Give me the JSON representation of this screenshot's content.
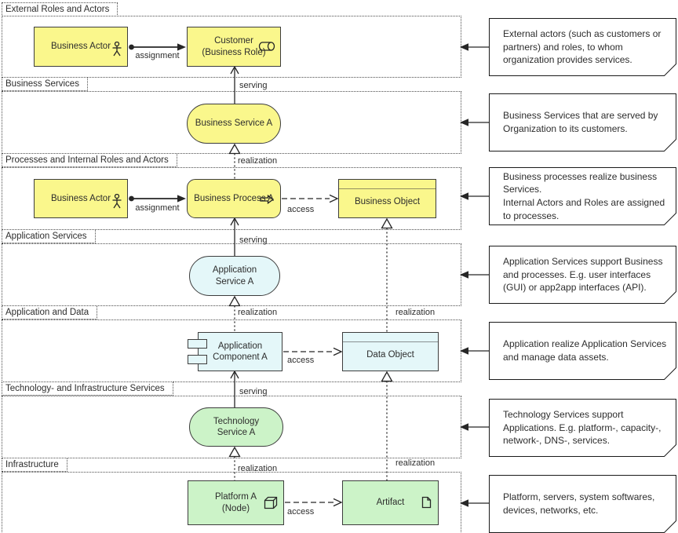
{
  "colors": {
    "business_fill": "#FAF78C",
    "application_fill": "#E4F7F9",
    "technology_fill": "#CCF3C8",
    "shape_stroke": "#3d3d3d",
    "edge_color": "#262626",
    "lane_border": "#4d4d4d",
    "note_bg": "#FFFFFF",
    "note_border": "#1a1a1a",
    "text_color": "#2d2d2d"
  },
  "lanes": [
    {
      "label": "External Roles and Actors"
    },
    {
      "label": "Business Services"
    },
    {
      "label": "Processes and Internal Roles and Actors"
    },
    {
      "label": "Application Services"
    },
    {
      "label": "Application and Data"
    },
    {
      "label": "Technology- and Infrastructure Services"
    },
    {
      "label": "Infrastructure"
    }
  ],
  "nodes": {
    "business_actor_1": {
      "label": "Business Actor"
    },
    "customer": {
      "label": "Customer\n(Business Role)"
    },
    "business_service_a": {
      "label": "Business Service A"
    },
    "business_actor_2": {
      "label": "Business Actor"
    },
    "business_process_a": {
      "label": "Business Process A"
    },
    "business_object": {
      "label": "Business Object"
    },
    "application_service_a": {
      "label": "Application\nService A"
    },
    "application_component_a": {
      "label": "Application\nComponent A"
    },
    "data_object": {
      "label": "Data Object"
    },
    "technology_service_a": {
      "label": "Technology\nService A"
    },
    "platform_a": {
      "label": "Platform A\n(Node)"
    },
    "artifact": {
      "label": "Artifact"
    }
  },
  "edge_labels": {
    "assignment": "assignment",
    "serving": "serving",
    "realization": "realization",
    "access": "access"
  },
  "notes": [
    {
      "text": "External actors (such as customers or partners) and roles, to whom organization provides services."
    },
    {
      "text": "Business Services that are served by Organization to its customers."
    },
    {
      "text": "Business processes realize business Services.\nInternal Actors and Roles are assigned to processes."
    },
    {
      "text": "Application Services support Business and processes. E.g. user interfaces (GUI) or app2app interfaces (API)."
    },
    {
      "text": "Application realize Application Services and manage data assets."
    },
    {
      "text": "Technology Services support Applications. E.g. platform-, capacity-, network-, DNS-, services."
    },
    {
      "text": "Platform, servers, system softwares, devices, networks, etc."
    }
  ]
}
